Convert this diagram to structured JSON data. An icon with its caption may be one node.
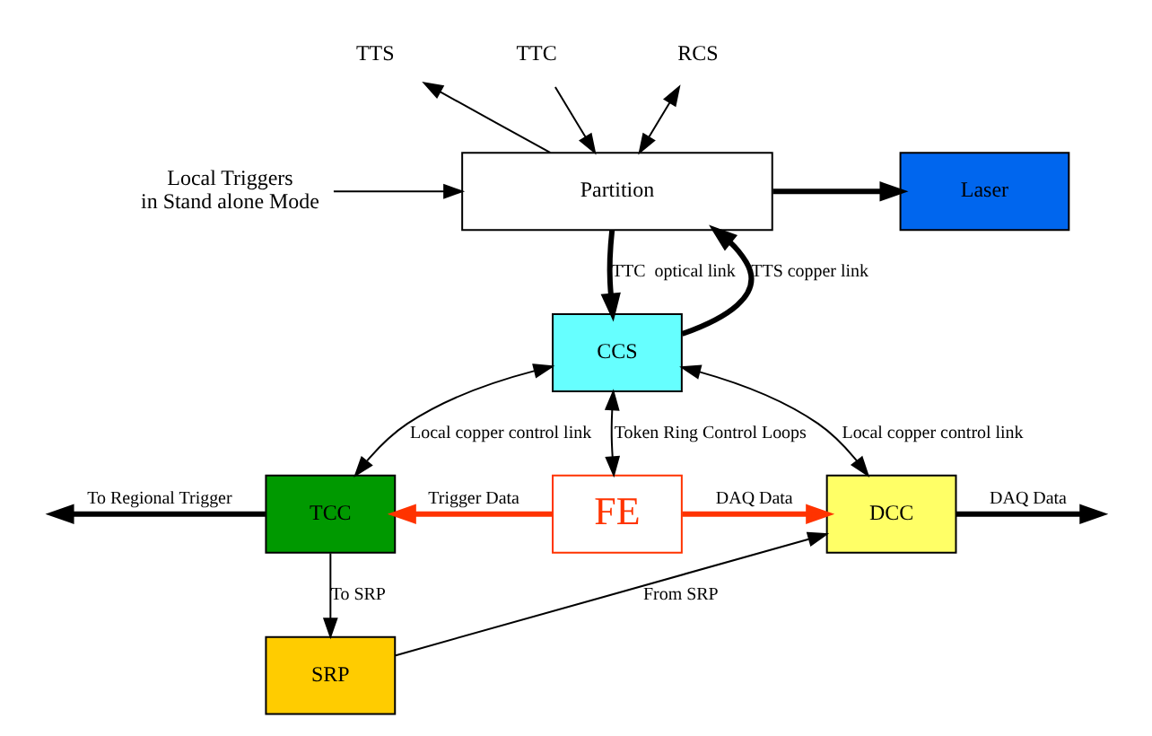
{
  "diagram": {
    "nodes": [
      {
        "text": [
          "Partition"
        ]
      },
      {
        "text": [
          "Laser"
        ]
      },
      {
        "text": [
          "CCS"
        ]
      },
      {
        "text": [
          "TCC"
        ]
      },
      {
        "text": [
          "FE"
        ]
      },
      {
        "text": [
          "DCC"
        ]
      },
      {
        "text": [
          "SRP"
        ]
      },
      {
        "text": [
          "TTS"
        ]
      },
      {
        "text": [
          "TTC"
        ]
      },
      {
        "text": [
          "RCS"
        ]
      },
      {
        "text": [
          "Local Triggers in Stand alone Mode"
        ]
      }
    ],
    "edges": [
      {
        "from": 0,
        "to": 7,
        "arrow": "to"
      },
      {
        "from": 8,
        "to": 0,
        "arrow": "to"
      },
      {
        "from": 9,
        "to": 0,
        "arrow": "both"
      },
      {
        "from": 10,
        "to": 0,
        "arrow": "to"
      },
      {
        "from": 0,
        "to": 1,
        "arrow": "to",
        "style": "thick"
      },
      {
        "from": 0,
        "to": 2,
        "arrow": "to",
        "label": "TTC  optical link",
        "style": "thick"
      },
      {
        "from": 2,
        "to": 0,
        "arrow": "to",
        "label": "TTS copper link",
        "style": "thick"
      },
      {
        "from": 2,
        "to": 3,
        "arrow": "both",
        "label": "Local copper control link"
      },
      {
        "from": 2,
        "to": 4,
        "arrow": "both",
        "label": "Token Ring Control Loops"
      },
      {
        "from": 2,
        "to": 5,
        "arrow": "both",
        "label": "Local copper control link"
      },
      {
        "from": 4,
        "to": 3,
        "arrow": "to",
        "label": "Trigger Data",
        "style": "thick",
        "color": "#ff3300"
      },
      {
        "from": 4,
        "to": 5,
        "arrow": "to",
        "label": "DAQ Data",
        "style": "thick",
        "color": "#ff3300"
      },
      {
        "from": 3,
        "to": null,
        "arrow": "to",
        "label": "To Regional Trigger",
        "style": "thick"
      },
      {
        "from": 5,
        "to": null,
        "arrow": "to",
        "label": "DAQ Data",
        "style": "thick"
      },
      {
        "from": 3,
        "to": 6,
        "arrow": "to",
        "label": "To SRP"
      },
      {
        "from": 6,
        "to": 5,
        "arrow": "to",
        "label": "From SRP"
      }
    ]
  }
}
